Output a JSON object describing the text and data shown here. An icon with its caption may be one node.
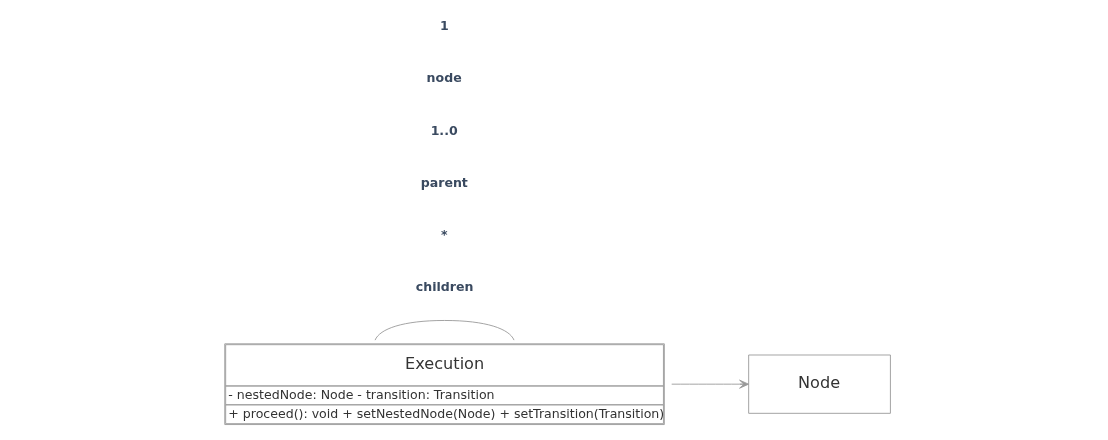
{
  "diagram": {
    "nodes": [
      {
        "text": [
          "Execution",
          "- nestedNode: Node - transition: Transition",
          "+ proceed(): void + setNestedNode(Node) + setTransition(Transition)"
        ]
      },
      {
        "text": [
          "Node"
        ]
      }
    ],
    "edges": [
      {
        "from": 0,
        "to": 0,
        "arrow": "none"
      },
      {
        "from": 0,
        "to": 1,
        "arrow": "to"
      }
    ],
    "labels": [
      "children",
      "*",
      "parent",
      "1..0",
      "node",
      "1"
    ]
  }
}
